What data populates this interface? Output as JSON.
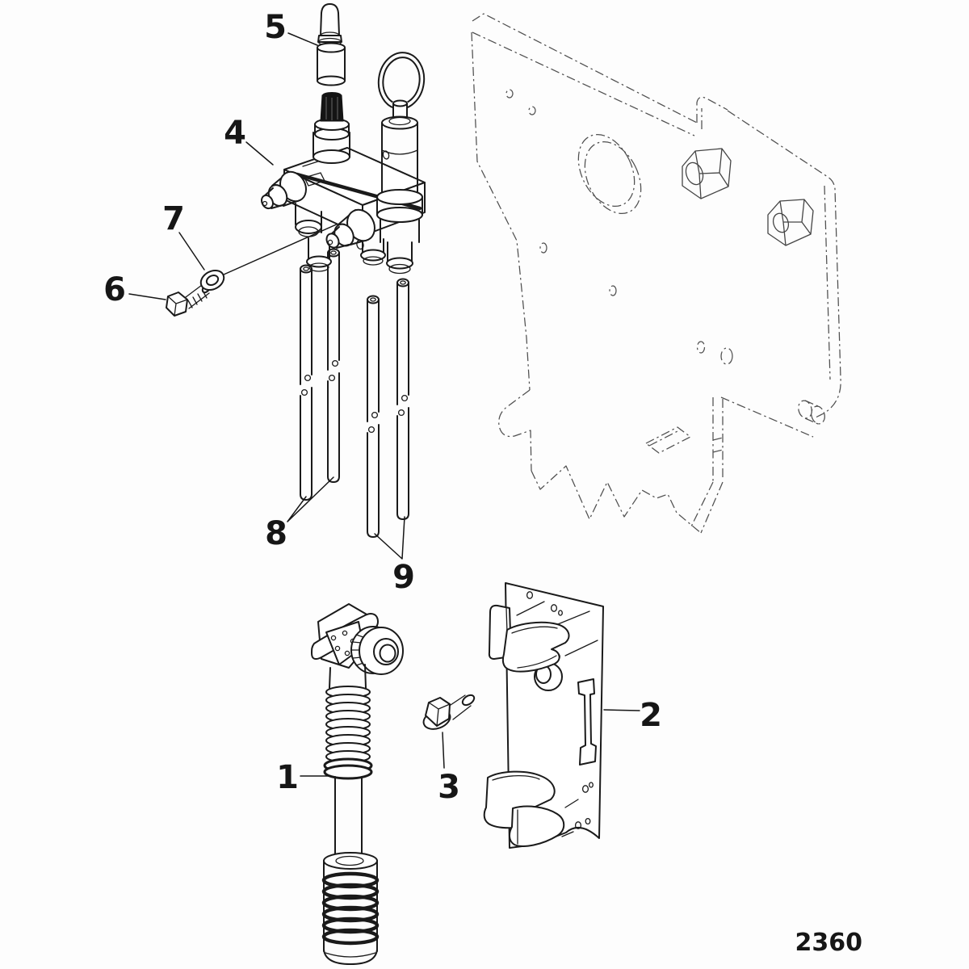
{
  "figure": {
    "type": "exploded-parts-diagram",
    "drawing_number": "2360",
    "colors": {
      "line": "#1a1a1a",
      "phantom_line": "#4f4f4f",
      "background": "#fdfdfd"
    },
    "callouts": {
      "c1": {
        "label": "1"
      },
      "c2": {
        "label": "2"
      },
      "c3": {
        "label": "3"
      },
      "c4": {
        "label": "4"
      },
      "c5": {
        "label": "5"
      },
      "c6": {
        "label": "6"
      },
      "c7": {
        "label": "7"
      },
      "c8": {
        "label": "8"
      },
      "c9": {
        "label": "9"
      }
    }
  }
}
